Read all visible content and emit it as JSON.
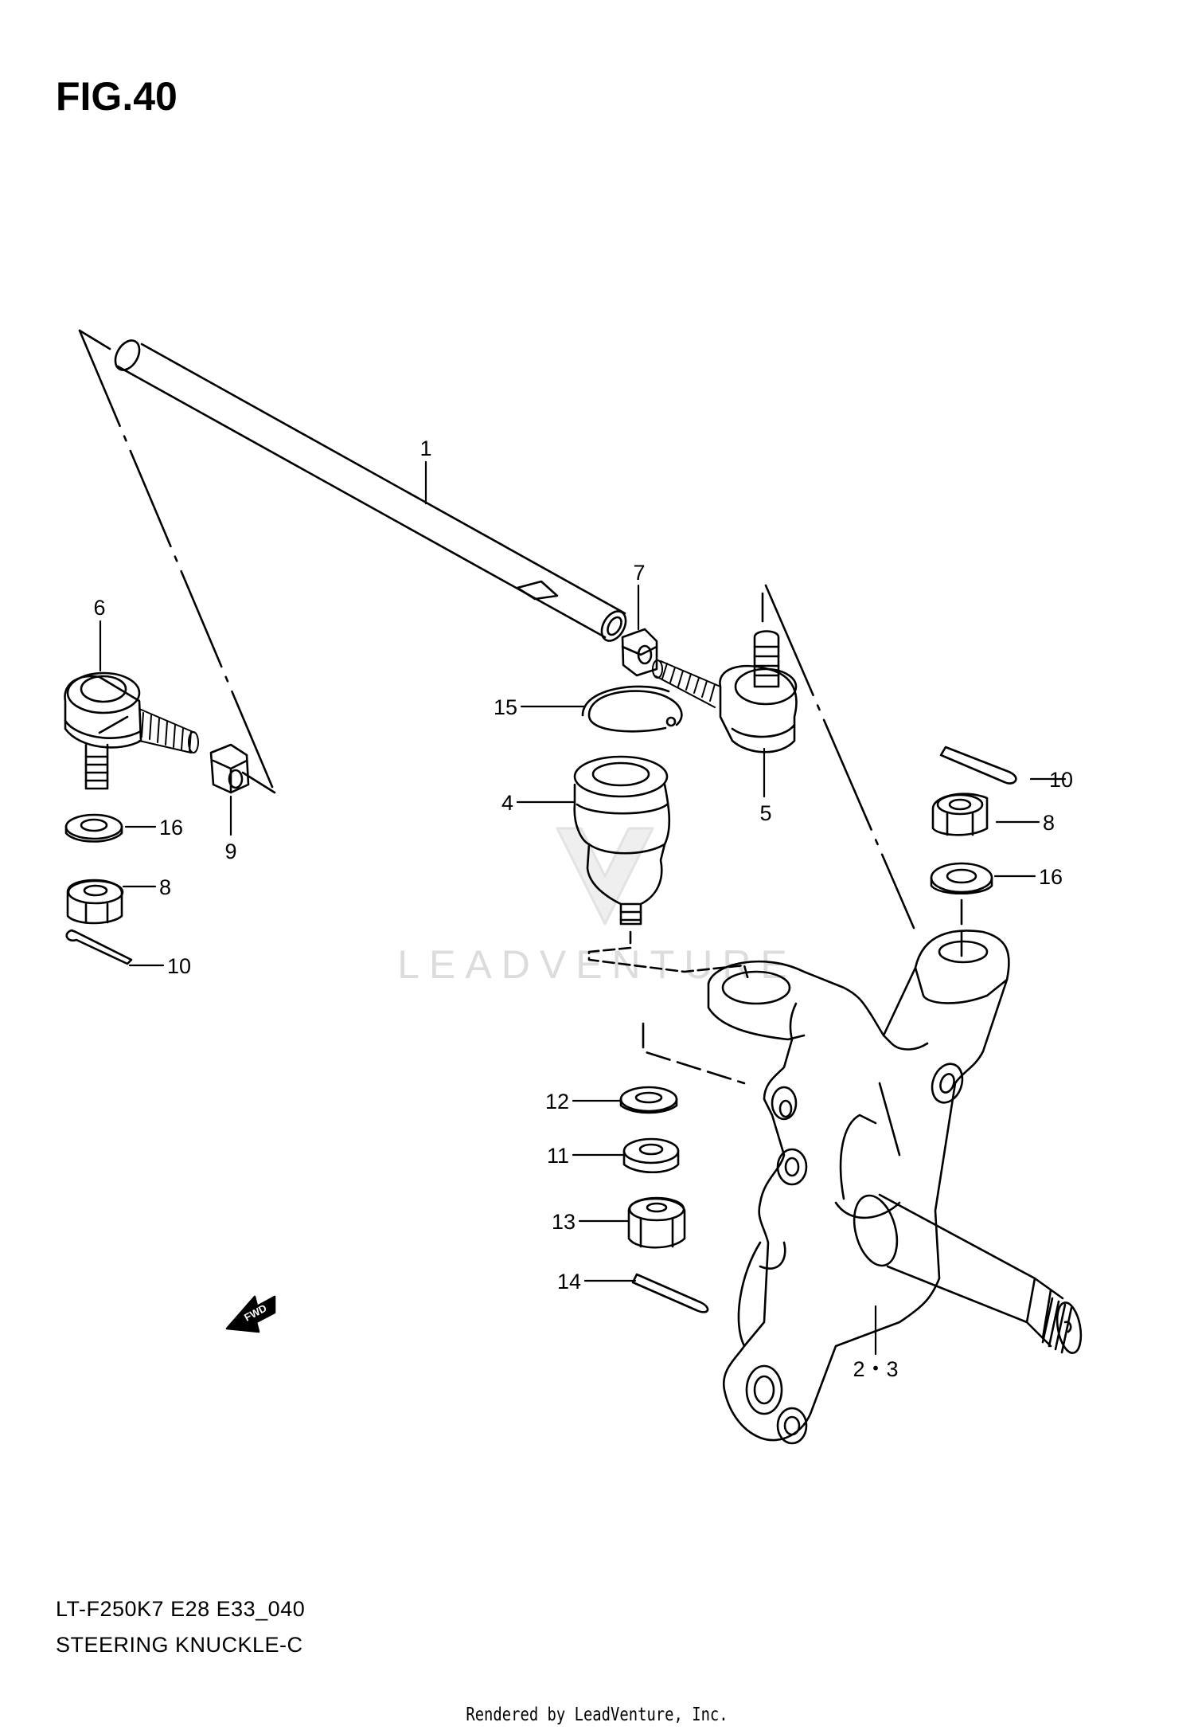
{
  "figure": {
    "title": "FIG.40",
    "model_code": "LT-F250K7 E28 E33_040",
    "name": "STEERING KNUCKLE-C",
    "footer": "Rendered by LeadVenture, Inc.",
    "watermark": "LEADVENTURE"
  },
  "callouts": [
    {
      "id": "c1",
      "label": "1"
    },
    {
      "id": "c2-3",
      "label": "2・3"
    },
    {
      "id": "c4",
      "label": "4"
    },
    {
      "id": "c5",
      "label": "5"
    },
    {
      "id": "c6",
      "label": "6"
    },
    {
      "id": "c7",
      "label": "7"
    },
    {
      "id": "c8-left",
      "label": "8"
    },
    {
      "id": "c8-right",
      "label": "8"
    },
    {
      "id": "c9",
      "label": "9"
    },
    {
      "id": "c10-left",
      "label": "10"
    },
    {
      "id": "c10-right",
      "label": "10"
    },
    {
      "id": "c11",
      "label": "11"
    },
    {
      "id": "c12",
      "label": "12"
    },
    {
      "id": "c13",
      "label": "13"
    },
    {
      "id": "c14",
      "label": "14"
    },
    {
      "id": "c15",
      "label": "15"
    },
    {
      "id": "c16-left",
      "label": "16"
    },
    {
      "id": "c16-right",
      "label": "16"
    }
  ],
  "fwd_label": "FWD",
  "colors": {
    "ink": "#000000",
    "watermark": "#d8d8d8"
  }
}
